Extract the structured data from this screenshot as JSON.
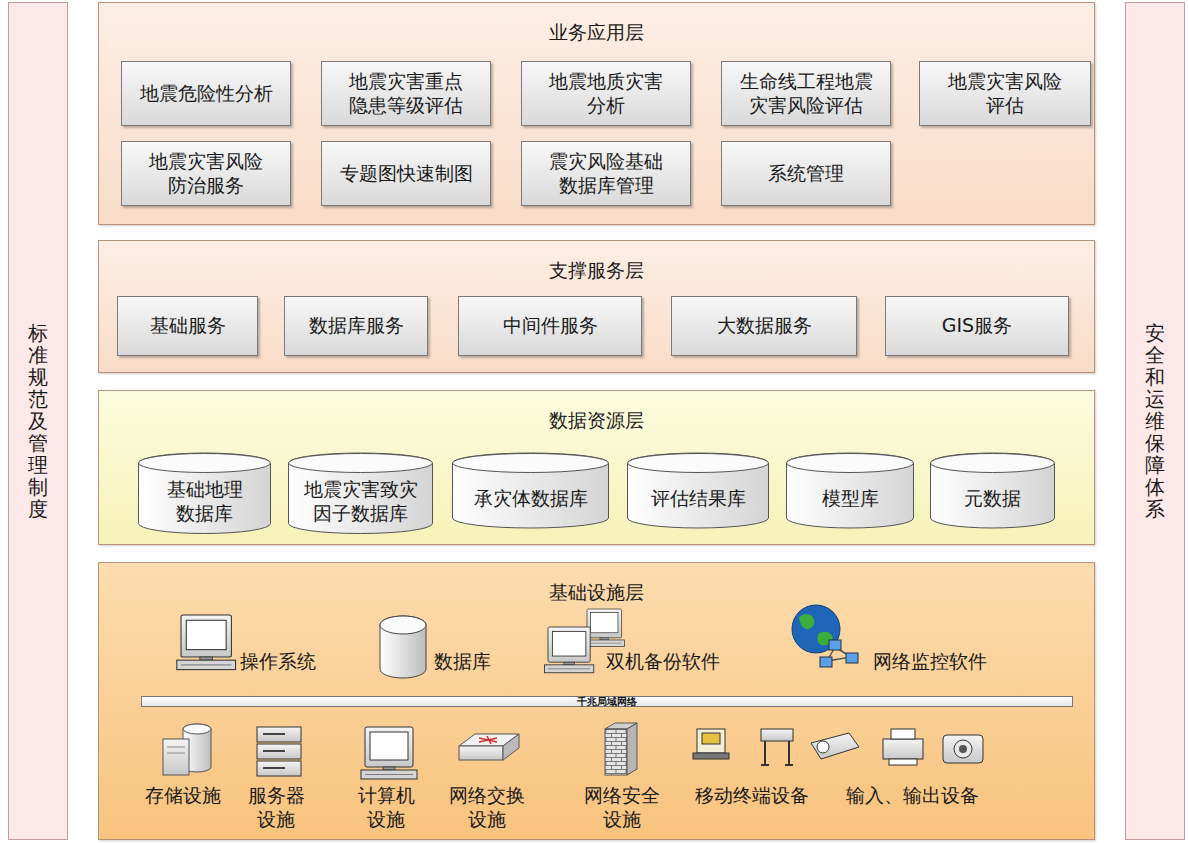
{
  "diagram": {
    "nodes": [
      {
        "text": [
          "标准规范及管理制度"
        ]
      },
      {
        "text": [
          "业务应用层"
        ]
      },
      {
        "text": [
          "地震危险性分析"
        ],
        "in": 1
      },
      {
        "text": [
          "地震灾害重点 隐患等级评估"
        ],
        "in": 1
      },
      {
        "text": [
          "地震地质灾害 分析"
        ],
        "in": 1
      },
      {
        "text": [
          "生命线工程地震 灾害风险评估"
        ],
        "in": 1
      },
      {
        "text": [
          "地震灾害风险 评估"
        ],
        "in": 1
      },
      {
        "text": [
          "地震灾害风险 防治服务"
        ],
        "in": 1
      },
      {
        "text": [
          "专题图快速制图"
        ],
        "in": 1
      },
      {
        "text": [
          "震灾风险基础 数据库管理"
        ],
        "in": 1
      },
      {
        "text": [
          "系统管理"
        ],
        "in": 1
      },
      {
        "text": [
          "支撑服务层"
        ]
      },
      {
        "text": [
          "基础服务"
        ],
        "in": 11
      },
      {
        "text": [
          "数据库服务"
        ],
        "in": 11
      },
      {
        "text": [
          "中间件服务"
        ],
        "in": 11
      },
      {
        "text": [
          "大数据服务"
        ],
        "in": 11
      },
      {
        "text": [
          "GIS服务"
        ],
        "in": 11
      },
      {
        "text": [
          "数据资源层"
        ]
      },
      {
        "text": [
          "基础地理 数据库"
        ],
        "in": 17
      },
      {
        "text": [
          "地震灾害致灾 因子数据库"
        ],
        "in": 17
      },
      {
        "text": [
          "承灾体数据库"
        ],
        "in": 17
      },
      {
        "text": [
          "评估结果库"
        ],
        "in": 17
      },
      {
        "text": [
          "模型库"
        ],
        "in": 17
      },
      {
        "text": [
          "元数据"
        ],
        "in": 17
      },
      {
        "text": [
          "基础设施层"
        ]
      },
      {
        "text": [
          "千兆局域网络"
        ],
        "in": 24
      },
      {
        "text": [
          "安全和运维保障体系"
        ]
      }
    ],
    "labels": [
      "操作系统",
      "数据库",
      "双机备份软件",
      "网络监控软件",
      "存储设施",
      "服务器 设施",
      "计算机 设施",
      "网络交换 设施",
      "网络安全 设施",
      "移动终端设备",
      "输入、输出设备"
    ]
  }
}
